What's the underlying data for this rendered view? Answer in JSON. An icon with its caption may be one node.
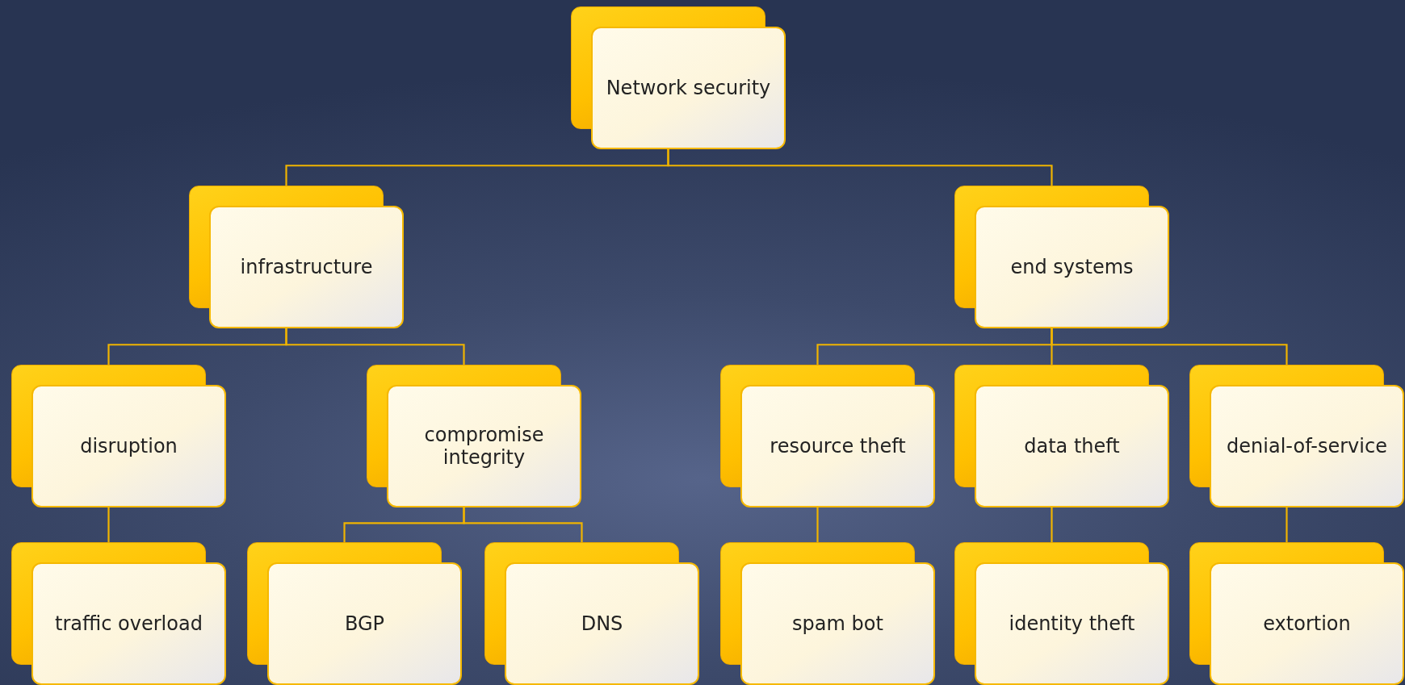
{
  "diagram": {
    "nodes": [
      {
        "text": [
          "Network security"
        ]
      },
      {
        "text": [
          "infrastructure"
        ]
      },
      {
        "text": [
          "end systems"
        ]
      },
      {
        "text": [
          "disruption"
        ]
      },
      {
        "text": [
          "compromise integrity"
        ]
      },
      {
        "text": [
          "resource theft"
        ]
      },
      {
        "text": [
          "data theft"
        ]
      },
      {
        "text": [
          "denial-of-service"
        ]
      },
      {
        "text": [
          "traffic overload"
        ]
      },
      {
        "text": [
          "BGP"
        ]
      },
      {
        "text": [
          "DNS"
        ]
      },
      {
        "text": [
          "spam bot"
        ]
      },
      {
        "text": [
          "identity theft"
        ]
      },
      {
        "text": [
          "extortion"
        ]
      }
    ],
    "edges": [
      {
        "from": 0,
        "to": 1,
        "arrow": "none"
      },
      {
        "from": 0,
        "to": 2,
        "arrow": "none"
      },
      {
        "from": 1,
        "to": 3,
        "arrow": "none"
      },
      {
        "from": 1,
        "to": 4,
        "arrow": "none"
      },
      {
        "from": 2,
        "to": 5,
        "arrow": "none"
      },
      {
        "from": 2,
        "to": 6,
        "arrow": "none"
      },
      {
        "from": 2,
        "to": 7,
        "arrow": "none"
      },
      {
        "from": 3,
        "to": 8,
        "arrow": "none"
      },
      {
        "from": 4,
        "to": 9,
        "arrow": "none"
      },
      {
        "from": 4,
        "to": 10,
        "arrow": "none"
      },
      {
        "from": 5,
        "to": 11,
        "arrow": "none"
      },
      {
        "from": 6,
        "to": 12,
        "arrow": "none"
      },
      {
        "from": 7,
        "to": 13,
        "arrow": "none"
      }
    ]
  }
}
